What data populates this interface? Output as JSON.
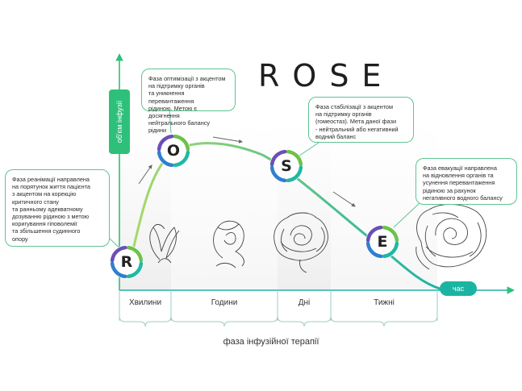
{
  "title": "ROSE",
  "y_axis_label": "об'єм інфузії",
  "x_axis_label": "час",
  "footer": "фаза інфузійної терапії",
  "colors": {
    "curve_start": "#a9d96a",
    "curve_end": "#1fb2a6",
    "callout_border": "#5ec492",
    "axis": "#2ec07a",
    "ring_green": "#6cc24a",
    "ring_teal": "#1fb8a4",
    "ring_blue": "#2f7fd0",
    "ring_purple": "#6a4fb8"
  },
  "nodes": [
    {
      "id": "r",
      "letter": "R"
    },
    {
      "id": "o",
      "letter": "O"
    },
    {
      "id": "s",
      "letter": "S"
    },
    {
      "id": "e",
      "letter": "E"
    }
  ],
  "callouts": {
    "r": "Фаза реанімації направлена\nна порятунок життя пацієнта\nз акцентом на корекцію\nкритичного стану\nта ранньому адекватному\nдозуванню рідиною з метою\nкоригування гіповолемії\nта збільшення судинного\nопору",
    "o": "Фаза оптимізації з акцентом\nна підтримку органів\nта уникнення перевантаження\nрідиною. Метою є досягнення\nнейтрального балансу рідини",
    "s": "Фаза стабілізації з акцентом\nна підтримку органів\n(гомеостаз). Мета даної фази\n- нейтральний або негативний\nводний баланс",
    "e": "Фаза      евакуації  направлена\nна відновлення органів та\nусунення перевантаження\nрідиною за рахунок\nнегативного водного балансу"
  },
  "phases": [
    "Хвилини",
    "Години",
    "Дні",
    "Тижні"
  ]
}
